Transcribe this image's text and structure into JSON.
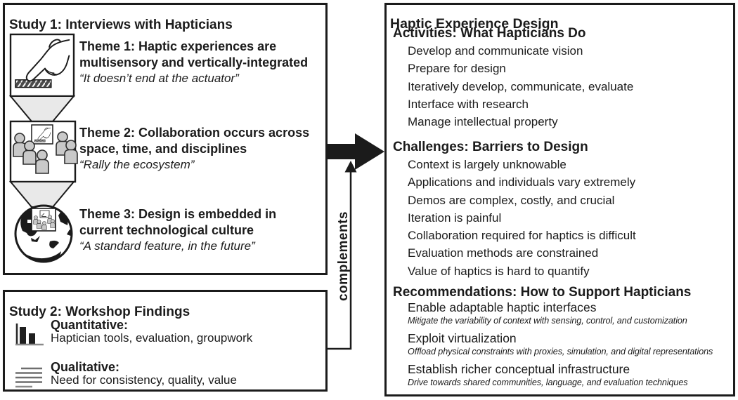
{
  "study1": {
    "title": "Study 1: Interviews with Hapticians",
    "illustration_icons": [
      "hand-touch-icon",
      "people-group-icon",
      "globe-icon"
    ],
    "themes": [
      {
        "line1": "Theme 1: Haptic experiences are",
        "line2": "multisensory and vertically-integrated",
        "quote": "“It doesn’t end at the actuator”"
      },
      {
        "line1": "Theme 2: Collaboration occurs across",
        "line2": "space, time, and disciplines",
        "quote": "“Rally the ecosystem”"
      },
      {
        "line1": "Theme 3: Design is embedded in",
        "line2": "current technological culture",
        "quote": "“A standard feature, in the future”"
      }
    ]
  },
  "study2": {
    "title": "Study 2: Workshop Findings",
    "findings": [
      {
        "icon": "bar-chart-icon",
        "label": "Quantitative:",
        "text": "Haptician tools, evaluation, groupwork"
      },
      {
        "icon": "text-lines-icon",
        "label": "Qualitative:",
        "text": "Need for consistency, quality, value"
      }
    ]
  },
  "connector": {
    "label": "complements",
    "flow_arrow": "thick-right-arrow",
    "complements_arrow": "thin-up-arrow"
  },
  "hed": {
    "title": "Haptic Experience Design",
    "activities": {
      "heading": "Activities: What Hapticians Do",
      "items": [
        "Develop and communicate vision",
        "Prepare for design",
        "Iteratively develop, communicate, evaluate",
        "Interface with research",
        "Manage intellectual property"
      ]
    },
    "challenges": {
      "heading": "Challenges: Barriers to Design",
      "items": [
        "Context is largely unknowable",
        "Applications and individuals vary extremely",
        "Demos are complex, costly, and crucial",
        "Iteration is painful",
        "Collaboration required for haptics is difficult",
        "Evaluation methods are constrained",
        "Value of haptics is hard to quantify"
      ]
    },
    "recommendations": {
      "heading": "Recommendations: How to Support Hapticians",
      "items": [
        {
          "label": "Enable adaptable haptic interfaces",
          "detail": "Mitigate the variability of context with sensing, control, and customization"
        },
        {
          "label": "Exploit virtualization",
          "detail": "Offload physical constraints with proxies, simulation, and digital representations"
        },
        {
          "label": "Establish richer conceptual infrastructure",
          "detail": "Drive towards shared communities, language, and evaluation techniques"
        }
      ]
    }
  },
  "colors": {
    "ink": "#1b1b1b",
    "figure_gray": "#c9c9c9",
    "funnel_gray": "#e9e9e9",
    "hatch_dark": "#4a4a4a"
  }
}
